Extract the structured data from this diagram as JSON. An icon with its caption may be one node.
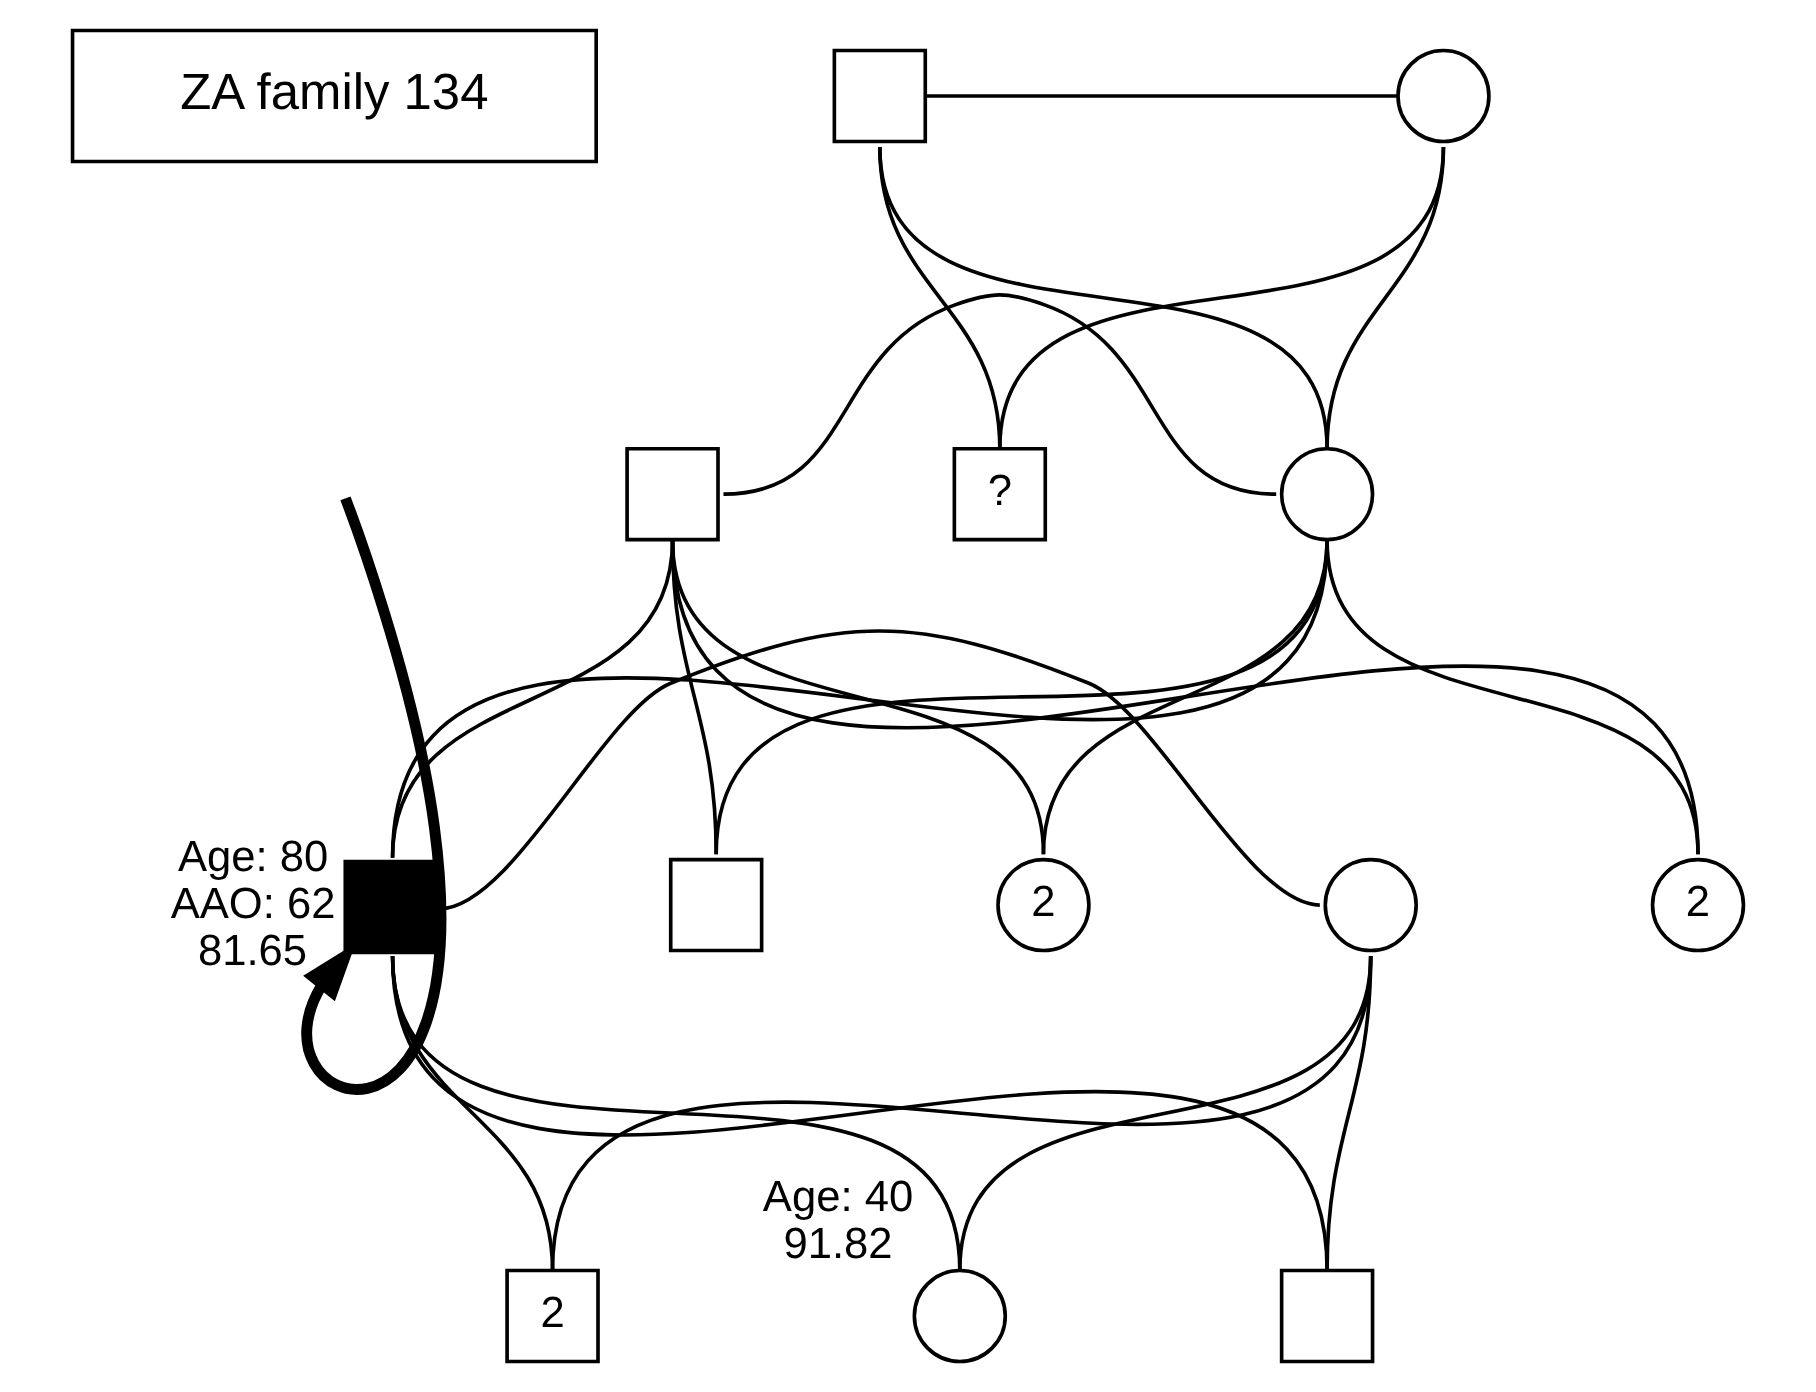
{
  "diagram": {
    "nodes": [
      {
        "text": [
          "ZA family 134"
        ]
      },
      {
        "text": [],
        "shape": "box"
      },
      {
        "text": [],
        "shape": "circle"
      },
      {
        "text": [],
        "shape": "box"
      },
      {
        "text": [],
        "shape": "circle"
      },
      {
        "text": [
          "?"
        ]
      },
      {
        "text": [
          "2"
        ]
      },
      {
        "text": [],
        "shape": "box"
      },
      {
        "text": [],
        "shape": "box",
        "beside": [
          "Age: 80",
          "AAO: 62",
          "81.65"
        ]
      },
      {
        "text": [],
        "shape": "circle"
      },
      {
        "text": [
          "2"
        ]
      },
      {
        "text": [],
        "shape": "box"
      },
      {
        "text": [
          "2"
        ]
      },
      {
        "text": [],
        "shape": "circle",
        "beside": [
          "Age: 40",
          "91.82"
        ]
      }
    ],
    "edges": [
      {
        "from": 1,
        "to": 2,
        "arrow": "none"
      },
      {
        "from": 1,
        "to": 4,
        "arrow": "none"
      },
      {
        "from": 2,
        "to": 4,
        "arrow": "none"
      },
      {
        "from": 1,
        "to": 5,
        "arrow": "none"
      },
      {
        "from": 2,
        "to": 5,
        "arrow": "none"
      },
      {
        "from": 3,
        "to": 4,
        "arrow": "none"
      },
      {
        "from": 3,
        "to": 6,
        "arrow": "none"
      },
      {
        "from": 4,
        "to": 6,
        "arrow": "none"
      },
      {
        "from": 3,
        "to": 7,
        "arrow": "none"
      },
      {
        "from": 4,
        "to": 7,
        "arrow": "none"
      },
      {
        "from": 3,
        "to": 8,
        "arrow": "none"
      },
      {
        "from": 4,
        "to": 8,
        "arrow": "none"
      },
      {
        "from": 3,
        "to": 10,
        "arrow": "none"
      },
      {
        "from": 4,
        "to": 10,
        "arrow": "none"
      },
      {
        "from": 8,
        "to": 9,
        "arrow": "none"
      },
      {
        "from": 8,
        "to": 11,
        "arrow": "none"
      },
      {
        "from": 9,
        "to": 11,
        "arrow": "none"
      },
      {
        "from": 8,
        "to": 12,
        "arrow": "none"
      },
      {
        "from": 9,
        "to": 12,
        "arrow": "none"
      },
      {
        "from": 8,
        "to": 13,
        "arrow": "none"
      },
      {
        "from": 9,
        "to": 13,
        "arrow": "none"
      },
      {
        "from": null,
        "to": 8,
        "arrow": "to",
        "style": "thick"
      }
    ]
  }
}
